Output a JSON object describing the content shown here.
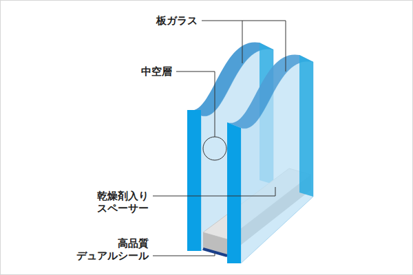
{
  "diagram": {
    "labels": [
      "板ガラス",
      "中空層",
      "乾燥剤入り スペーサー",
      "高品質 デュアルシール"
    ]
  }
}
